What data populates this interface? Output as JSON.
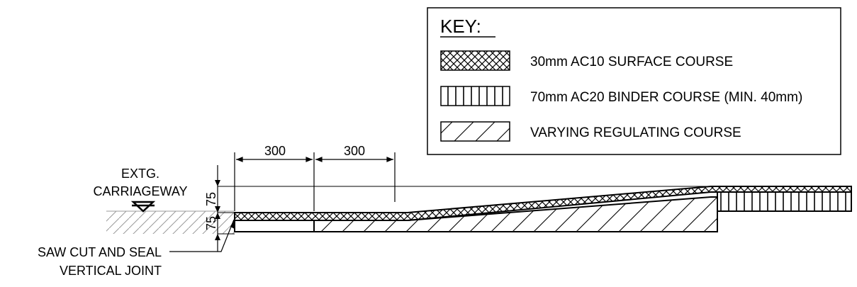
{
  "key": {
    "title": "KEY:",
    "items": [
      {
        "pattern": "crosshatch",
        "label": "30mm AC10 SURFACE COURSE"
      },
      {
        "pattern": "vertical",
        "label": "70mm AC20 BINDER COURSE (MIN. 40mm)"
      },
      {
        "pattern": "diagonal",
        "label": "VARYING REGULATING COURSE"
      }
    ]
  },
  "dimensions": {
    "horizontal": [
      "300",
      "300"
    ],
    "vertical": [
      "75",
      "75"
    ]
  },
  "labels": {
    "existing_line1": "EXTG.",
    "existing_line2": "CARRIAGEWAY",
    "sawcut_line1": "SAW CUT AND SEAL",
    "sawcut_line2": "VERTICAL JOINT"
  }
}
